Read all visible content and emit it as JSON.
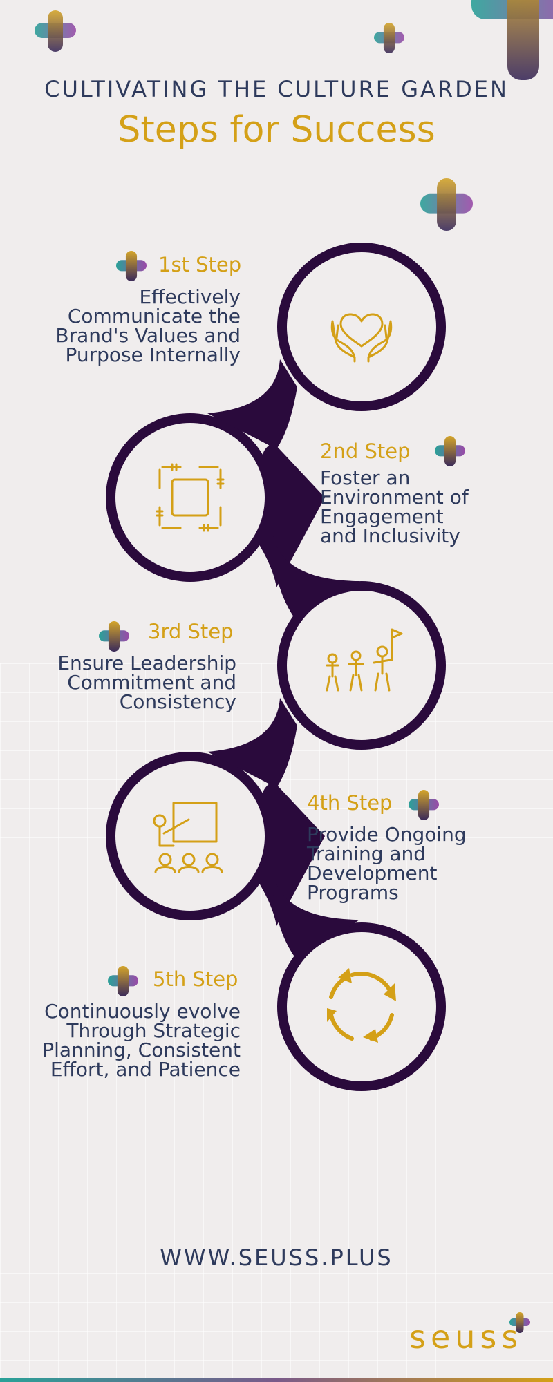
{
  "header": {
    "title": "CULTIVATING THE CULTURE GARDEN",
    "subtitle": "Steps for Success"
  },
  "steps": [
    {
      "heading": "1st Step",
      "text": "Effectively\nCommunicate the\nBrand's Values and\nPurpose Internally",
      "icon": "heart-hands-icon"
    },
    {
      "heading": "2nd Step",
      "text": "Foster an\nEnvironment of\nEngagement\nand Inclusivity",
      "icon": "linked-hands-icon"
    },
    {
      "heading": "3rd Step",
      "text": "Ensure Leadership\nCommitment and\nConsistency",
      "icon": "leader-flag-icon"
    },
    {
      "heading": "4th Step",
      "text": "Provide Ongoing\nTraining and\nDevelopment\nPrograms",
      "icon": "training-board-icon"
    },
    {
      "heading": "5th Step",
      "text": "Continuously evolve\nThrough Strategic\nPlanning, Consistent\nEffort, and Patience",
      "icon": "cycle-arrows-icon"
    }
  ],
  "footer": {
    "website": "WWW.SEUSS.PLUS",
    "brand": "seuss"
  },
  "colors": {
    "background": "#f0eded",
    "navy": "#2e3a5c",
    "gold": "#d4a017",
    "chain": "#2a0a3c",
    "teal": "#2aa198",
    "purple": "#8a4a9a"
  }
}
